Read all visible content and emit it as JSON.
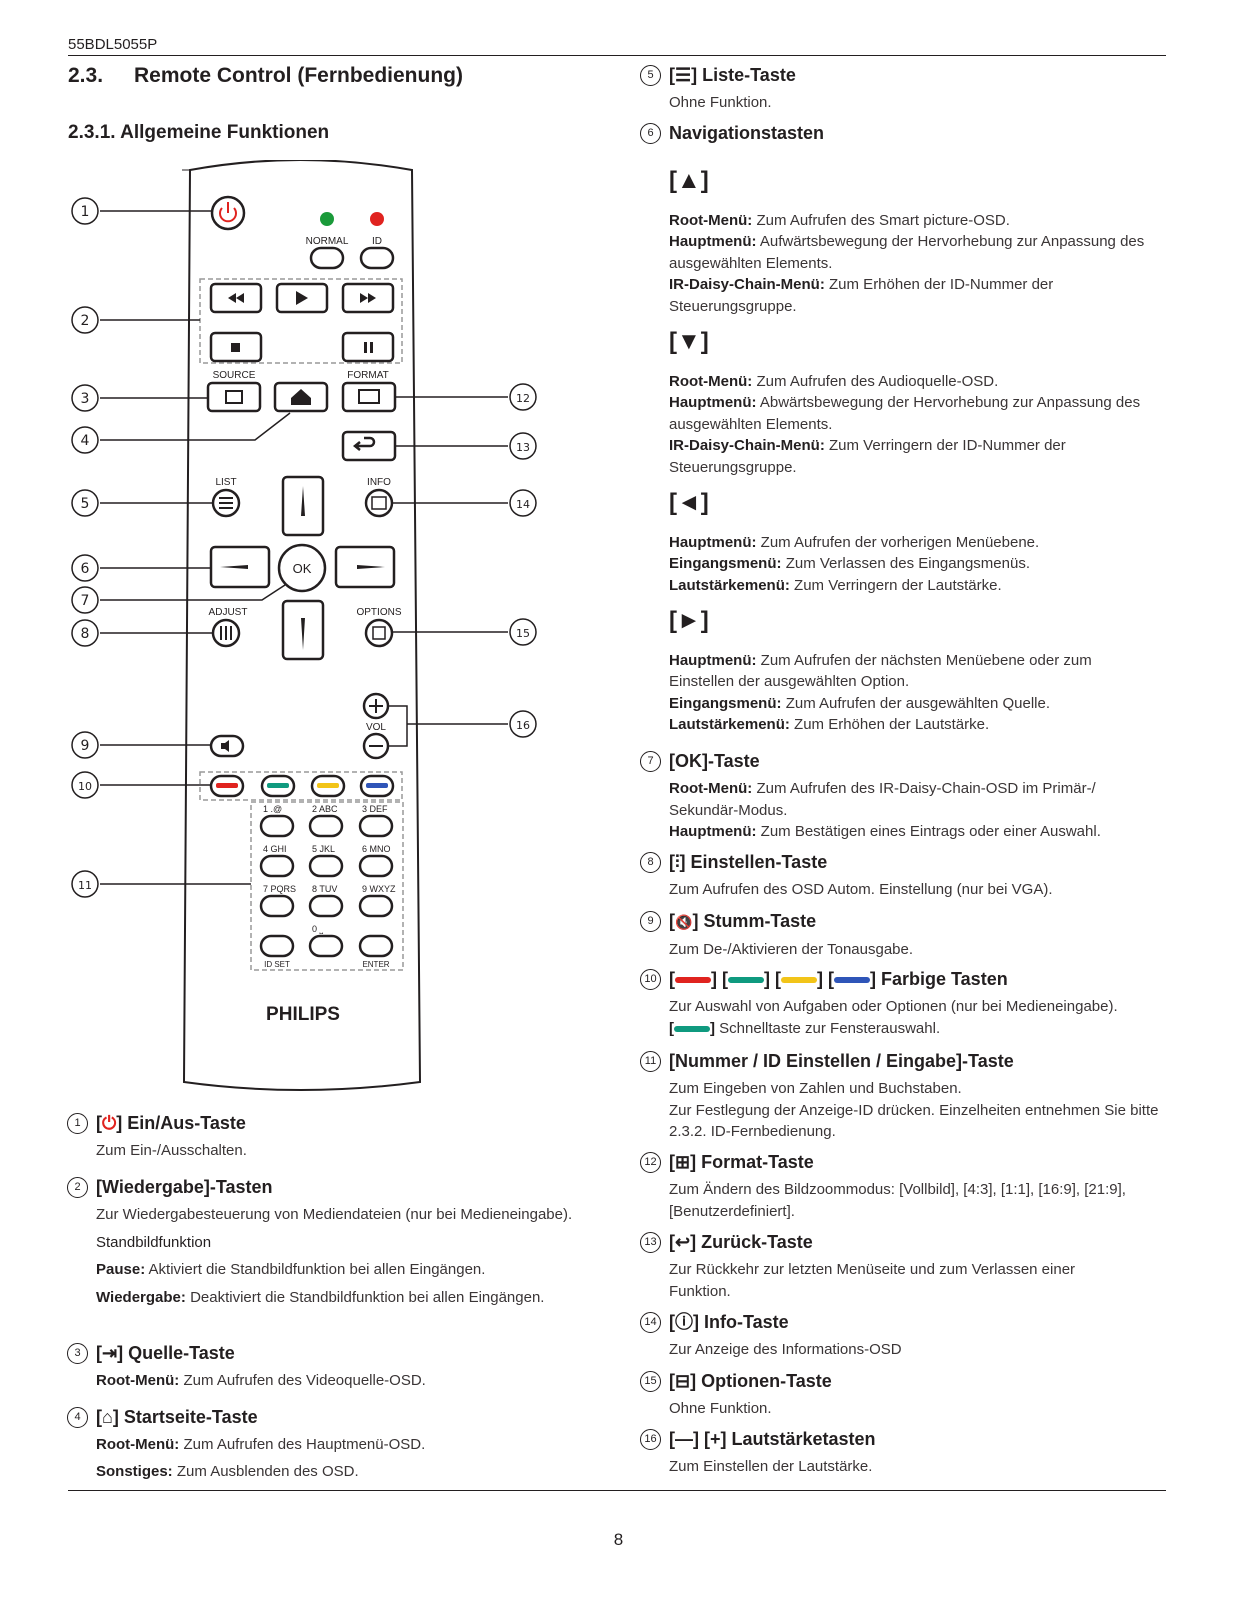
{
  "header": {
    "model": "55BDL5055P"
  },
  "heading": {
    "num": "2.3.",
    "title": "Remote Control (Fernbedienung)",
    "sub": "2.3.1. Allgemeine Funktionen"
  },
  "remote": {
    "brand": "PHILIPS",
    "normal": "NORMAL",
    "id": "ID",
    "source": "SOURCE",
    "format": "FORMAT",
    "list": "LIST",
    "info": "INFO",
    "ok": "OK",
    "adjust": "ADJUST",
    "options": "OPTIONS",
    "vol": "VOL",
    "keys": [
      "1 .@",
      "2 ABC",
      "3 DEF",
      "4 GHI",
      "5 JKL",
      "6 MNO",
      "7 PQRS",
      "8 TUV",
      "9 WXYZ",
      "0 ⎵"
    ],
    "idset": "ID SET",
    "enter": "ENTER",
    "callouts": [
      "1",
      "2",
      "3",
      "4",
      "5",
      "6",
      "7",
      "8",
      "9",
      "10",
      "11",
      "12",
      "13",
      "14",
      "15",
      "16"
    ],
    "colors": {
      "power": "#e0231f",
      "led_green": "#1a9a3a",
      "led_red": "#e0231f",
      "red": "#e0231f",
      "green": "#0f9a7f",
      "yellow": "#f2c418",
      "blue": "#2f55b8"
    }
  },
  "items": [
    {
      "n": "1",
      "sym": "⏻",
      "title": "Ein/Aus-Taste",
      "lines": [
        {
          "t": "Zum Ein-/Ausschalten."
        }
      ]
    },
    {
      "n": "2",
      "title": "[Wiedergabe]-Tasten",
      "lines": [
        {
          "t": "Zur Wiedergabesteuerung von Mediendateien (nur bei Medieneingabe)."
        },
        {
          "t": "Standbildfunktion"
        },
        {
          "b": "Pause:",
          "t": "Aktiviert die Standbildfunktion bei allen Eingängen."
        },
        {
          "b": "Wiedergabe:",
          "t": "Deaktiviert die Standbildfunktion bei allen Eingängen."
        }
      ]
    },
    {
      "n": "3",
      "sym": "⇥",
      "title": "Quelle-Taste",
      "lines": [
        {
          "b": "Root-Menü:",
          "t": "Zum Aufrufen des Videoquelle-OSD."
        }
      ]
    },
    {
      "n": "4",
      "sym": "⌂",
      "title": "Startseite-Taste",
      "lines": [
        {
          "b": "Root-Menü:",
          "t": "Zum Aufrufen des Hauptmenü-OSD."
        },
        {
          "b": "Sonstiges:",
          "t": "Zum Ausblenden des OSD."
        }
      ]
    },
    {
      "n": "5",
      "sym": "☰",
      "title": "Liste-Taste",
      "lines": [
        {
          "t": "Ohne Funktion."
        }
      ]
    },
    {
      "n": "6",
      "title": "Navigationstasten",
      "groups": [
        {
          "sym": "[▲]",
          "lines": [
            {
              "b": "Root-Menü:",
              "t": "Zum Aufrufen des Smart picture-OSD."
            },
            {
              "b": "Hauptmenü:",
              "t": "Aufwärtsbewegung der Hervorhebung zur Anpassung des ausgewählten Elements."
            },
            {
              "b": "IR-Daisy-Chain-Menü:",
              "t": "Zum Erhöhen der ID-Nummer der Steuerungsgruppe."
            }
          ]
        },
        {
          "sym": "[▼]",
          "lines": [
            {
              "b": "Root-Menü:",
              "t": "Zum Aufrufen des Audioquelle-OSD."
            },
            {
              "b": "Hauptmenü:",
              "t": "Abwärtsbewegung der Hervorhebung zur Anpassung des ausgewählten Elements."
            },
            {
              "b": "IR-Daisy-Chain-Menü:",
              "t": "Zum Verringern der ID-Nummer der Steuerungsgruppe."
            }
          ]
        },
        {
          "sym": "[◄]",
          "lines": [
            {
              "b": "Hauptmenü:",
              "t": "Zum Aufrufen der vorherigen Menüebene."
            },
            {
              "b": "Eingangsmenü:",
              "t": "Zum Verlassen des Eingangsmenüs."
            },
            {
              "b": "Lautstärkemenü:",
              "t": "Zum Verringern der Lautstärke."
            }
          ]
        },
        {
          "sym": "[►]",
          "lines": [
            {
              "b": "Hauptmenü:",
              "t": "Zum Aufrufen der nächsten Menüebene oder zum Einstellen der ausgewählten Option."
            },
            {
              "b": "Eingangsmenü:",
              "t": "Zum Aufrufen der ausgewählten Quelle."
            },
            {
              "b": "Lautstärkemenü:",
              "t": "Zum Erhöhen der Lautstärke."
            }
          ]
        }
      ]
    },
    {
      "n": "7",
      "title": "[OK]-Taste",
      "lines": [
        {
          "b": "Root-Menü:",
          "t": "Zum Aufrufen des IR-Daisy-Chain-OSD im Primär-/ Sekundär-Modus."
        },
        {
          "b": "Hauptmenü:",
          "t": "Zum Bestätigen eines Eintrags oder einer Auswahl."
        }
      ]
    },
    {
      "n": "8",
      "sym": "⫶",
      "title": "Einstellen-Taste",
      "lines": [
        {
          "t": "Zum Aufrufen des OSD Autom. Einstellung (nur bei VGA)."
        }
      ]
    },
    {
      "n": "9",
      "sym": "🔇",
      "title": "Stumm-Taste",
      "lines": [
        {
          "t": "Zum De-/Aktivieren der Tonausgabe."
        }
      ]
    },
    {
      "n": "10",
      "title": "Farbige Tasten",
      "lines": [
        {
          "t": "Zur Auswahl von Aufgaben oder Optionen (nur bei Medieneingabe)."
        },
        {
          "t": "Schnelltaste zur Fensterauswahl."
        }
      ]
    },
    {
      "n": "11",
      "title": "[Nummer / ID Einstellen / Eingabe]-Taste",
      "lines": [
        {
          "t": "Zum Eingeben von Zahlen und Buchstaben."
        },
        {
          "t": "Zur Festlegung der Anzeige-ID drücken. Einzelheiten entnehmen Sie bitte 2.3.2. ID-Fernbedienung."
        }
      ]
    },
    {
      "n": "12",
      "sym": "⊞",
      "title": "Format-Taste",
      "lines": [
        {
          "t": "Zum Ändern des Bildzoommodus: [Vollbild], [4:3], [1:1], [16:9], [21:9], [Benutzerdefiniert]."
        }
      ]
    },
    {
      "n": "13",
      "sym": "↩",
      "title": "Zurück-Taste",
      "lines": [
        {
          "t": "Zur Rückkehr zur letzten Menüseite und zum Verlassen einer Funktion."
        }
      ]
    },
    {
      "n": "14",
      "sym": "ⓘ",
      "title": "Info-Taste",
      "lines": [
        {
          "t": "Zur Anzeige des Informations-OSD"
        }
      ]
    },
    {
      "n": "15",
      "sym": "⊟",
      "title": "Optionen-Taste",
      "lines": [
        {
          "t": "Ohne Funktion."
        }
      ]
    },
    {
      "n": "16",
      "title": "[—] [+] Lautstärketasten",
      "lines": [
        {
          "t": "Zum Einstellen der Lautstärke."
        }
      ]
    }
  ],
  "footer": {
    "page": "8"
  }
}
